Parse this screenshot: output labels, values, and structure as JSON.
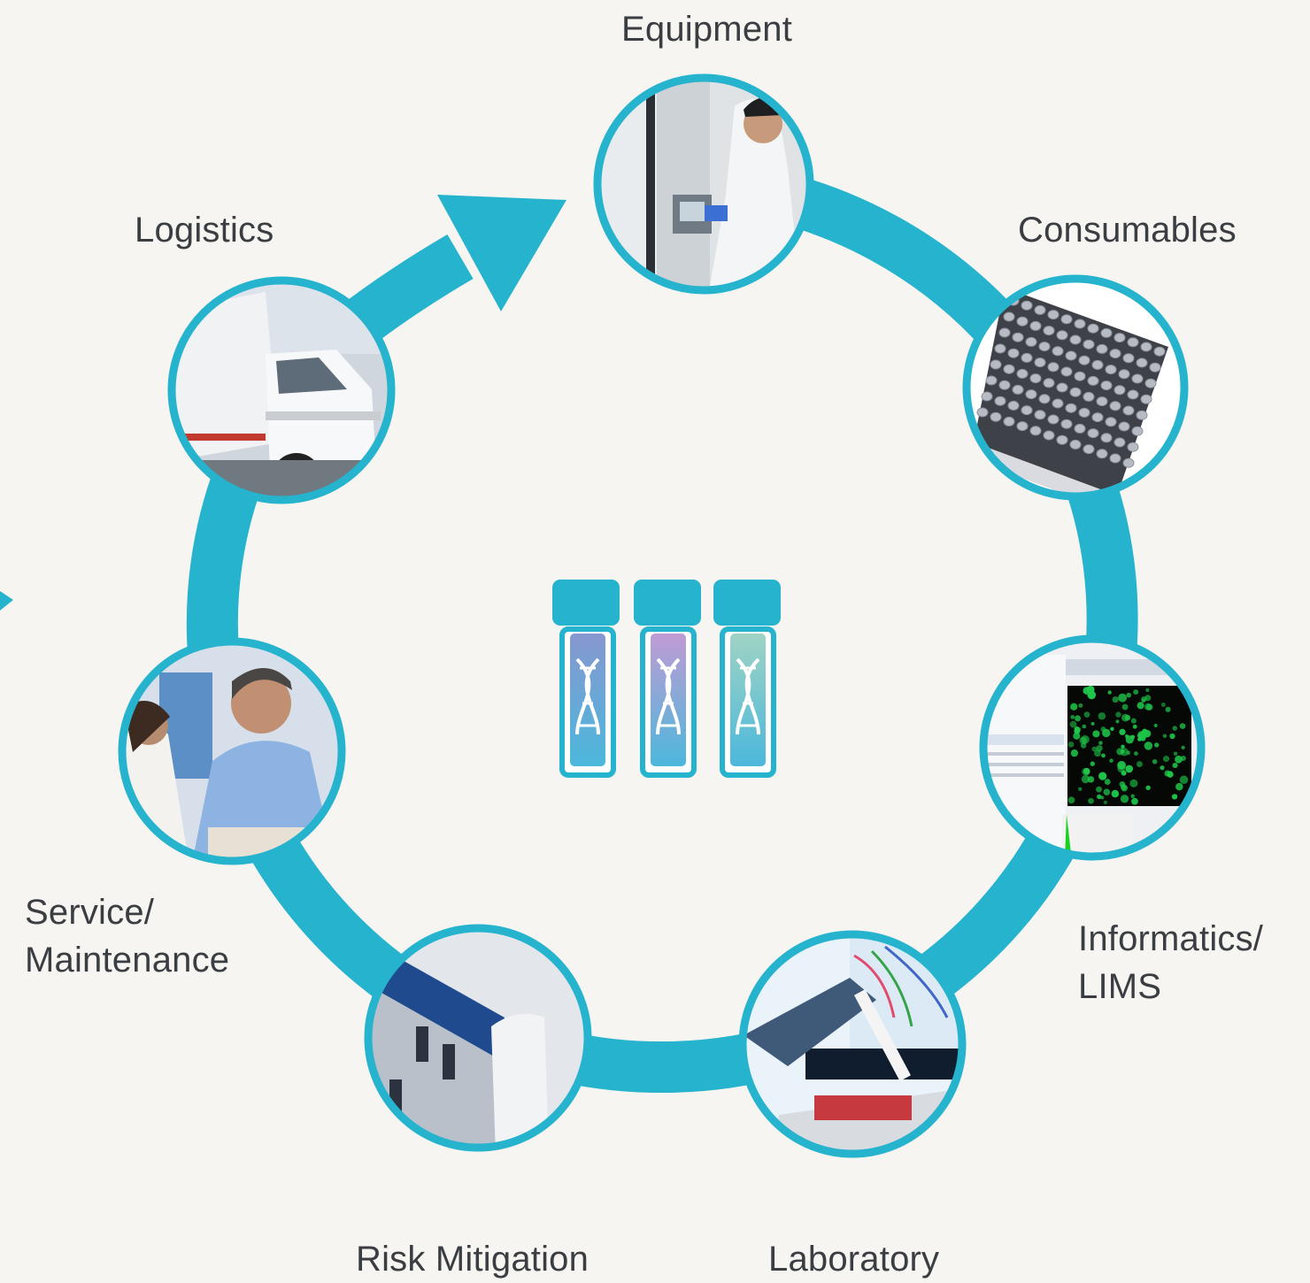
{
  "diagram": {
    "nodes": [
      {
        "id": "equipment",
        "label_lines": [
          "Equipment"
        ],
        "photo": "lab technician at ultra-low freezer"
      },
      {
        "id": "consumables",
        "label_lines": [
          "Consumables"
        ],
        "photo": "96-well plate"
      },
      {
        "id": "informatics",
        "label_lines": [
          "Informatics/",
          "LIMS"
        ],
        "photo": "software screen with fluorescent cells"
      },
      {
        "id": "laboratory",
        "label_lines": [
          "Laboratory"
        ],
        "photo": "gloved hand with pipette and plate"
      },
      {
        "id": "risk",
        "label_lines": [
          "Risk Mitigation"
        ],
        "photo": "storage facility building and tank"
      },
      {
        "id": "service",
        "label_lines": [
          "Service/",
          "Maintenance"
        ],
        "photo": "two people with clipboard"
      },
      {
        "id": "logistics",
        "label_lines": [
          "Logistics"
        ],
        "photo": "refrigerated delivery truck"
      }
    ],
    "center_icon": "sample-vials-dna-icon",
    "colors": {
      "ring": "#25b3cd",
      "background": "#f6f5f1",
      "label_text": "#3a3d42",
      "vial_1": "#7f9fd1",
      "vial_2": "#b69bd0",
      "vial_3": "#8dcfc3"
    }
  }
}
